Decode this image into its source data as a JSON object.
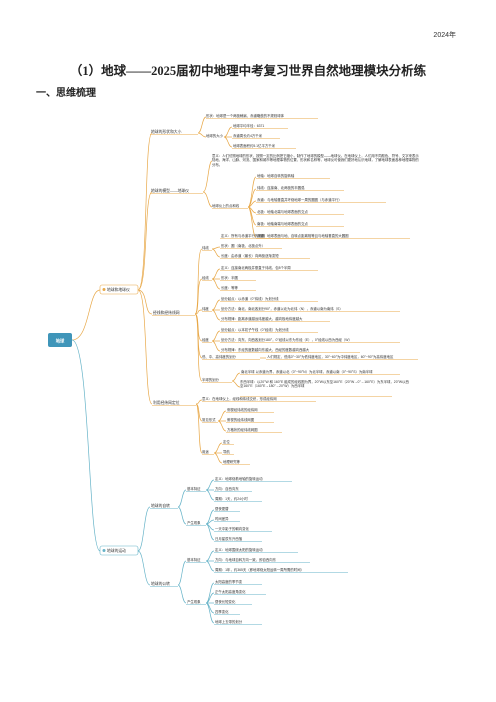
{
  "header": {
    "year": "2024年"
  },
  "title": "（1）地球——2025届初中地理中考复习世界自然地理模块分析练",
  "section": "一、思维梳理",
  "mindmap": {
    "root": "地球",
    "b1": "地球和地球仪",
    "b2": "地球的运动",
    "c1": "地球的形状和大小",
    "c1a": "形状：地球是一个两极稍扁、赤道略鼓的不规则球体",
    "c1b": "地球的大小",
    "c1b1": "地球平均半径：6371",
    "c1b2": "赤道周长约4万千米",
    "c1b3": "地球表面积约5.1亿平方千米",
    "c2": "地球的模型——地球仪",
    "c2a": "意义：人们仿照地球的形状，按照一定的比例把它缩小，制作了地球的模型——地球仪。在地球仪上，人们用不同颜色、符号、文字来表示陆地、海洋、山脉、河流、国家和城市等地理事物的位置、形状和名称等，地球仪可使我们更好地认识地球，了解地球表面各种地理事物的分布。",
    "c2b": "地球仪上的点和线",
    "c2b1": "地轴：地球自转的旋转轴",
    "c2b2": "纬线：连接南、北两极的半圆弧",
    "c2b3": "赤道：与地轴垂直并环绕地球一周的圆圈（与赤道平行）",
    "c2b4": "北极：地轴北端与地球表面的交点",
    "c2b5": "南极：地轴南端与地球表面的交点",
    "c2b6": "赤道：地球表面与地、自转点距离相等且与地轴垂直的大圆圈",
    "c3": "经线和经纬线网",
    "c3a": "纬线",
    "c3a1": "定义：所有与赤道平行的圆圈",
    "c3a2": "形状：圆（南极、北极点外）",
    "c3a3": "长度：由赤道（最长）向两极逐渐变短",
    "c3b": "经线",
    "c3b1": "定义：连接南北两极并垂直于纬线，包8个半周",
    "c3b2": "形状：半圆",
    "c3b3": "长度：等等",
    "c3c": "纬度",
    "c3c1": "划分起点：以赤道（0°纬线）为划分线",
    "c3c2": "划分方法：南北，南北各划分90°，赤道以北为北纬（N），赤道以南为南纬（S）",
    "c3c3": "分布规律：距离赤道越远纬度越大，越向极地纬度越大",
    "c3d": "经度",
    "c3d1": "划分起点：以本初子午线（0°经线）为划分线",
    "c3d2": "划分方法：向东、向西各划分180°，0°经线以东为东经（E），0°经线以西为西经（W）",
    "c3d3": "分布规律：东经的度数越向东越大，西经的度数越向西越大",
    "c3e": "低、中、高纬度的划分",
    "c3e1": "人们规定，低纬0°~30°为低纬度地区，30°~60°为中纬度地区，60°~90°为高纬度地区",
    "c3f": "半球的划分",
    "c3f1": "南北半球 以赤道为界，赤道以北（0°~90°N）为北半球，赤道以南（0°~90°S）为南半球",
    "c3f2": "东西半球：以20°W 和 160°E 组成的经线圈为界，20°W以东至160°E（20°W→0°→160°E）为东半球，20°W以西至160°E（160°E→180°→20°W）为西半球",
    "c4": "利用经纬网定位",
    "c4a": "意义：在地球仪上，经线和纬线交织，形成经纬网",
    "c4b": "常见形式",
    "c4b1": "侧视经纬线的经纬网",
    "c4b2": "俯视的经纬线网图",
    "c4b3": "方格状的经纬线网图",
    "c4c": "用途",
    "c4c1": "定位",
    "c4c2": "导航",
    "c4c3": "地理研究等",
    "d1": "地球的自转",
    "d1a": "基本特征",
    "d1a1": "定义：地球绕着地轴的旋转运动",
    "d1a2": "方向：自西向东",
    "d1a3": "周期：1天，约24小时",
    "d1b": "产生现象",
    "d1b1": "昼夜更替",
    "d1b2": "时间差异",
    "d1b3": "一天中影子的朝向变化",
    "d1b4": "日月星辰东升西落",
    "d2": "地球的公转",
    "d2a": "基本特征",
    "d2a1": "定义：地球围绕太阳的旋转运动",
    "d2a2": "方向：与地球自转方向一致，即自西向东",
    "d2a3": "周期：1年，约365天（即地球绕太阳运转一周所需的时间）",
    "d2b": "产生现象",
    "d2b1": "太阳高度的季节变",
    "d2b2": "正午太阳高度角变化",
    "d2b3": "昼夜长短变化",
    "d2b4": "四季变化",
    "d2b5": "地球上五带的划分"
  }
}
